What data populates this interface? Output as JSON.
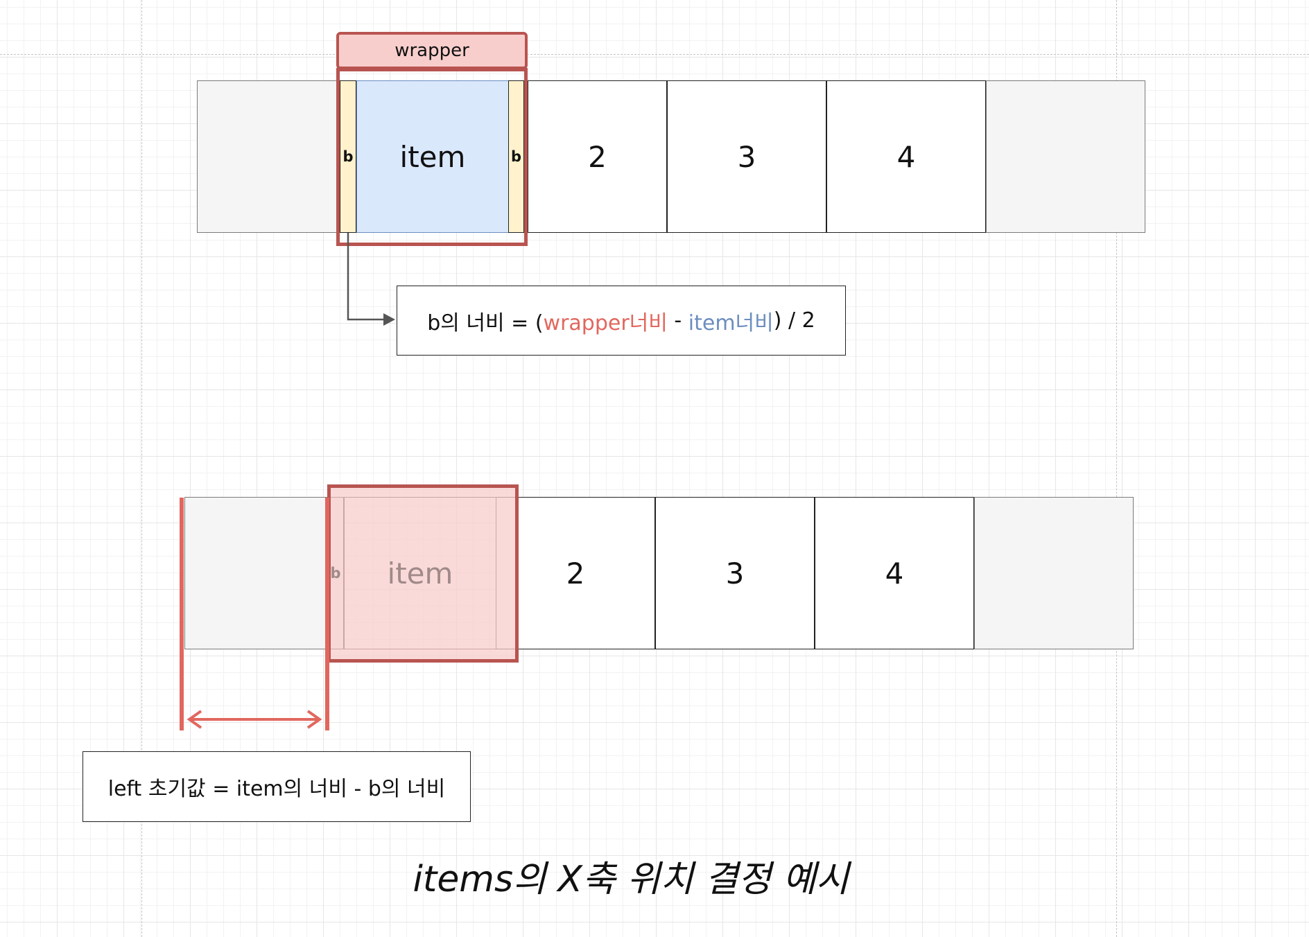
{
  "top_row": {
    "wrapper_label": "wrapper",
    "item_label": "item",
    "b_left": "b",
    "b_right": "b",
    "cells": [
      "2",
      "3",
      "4"
    ]
  },
  "formula_box": {
    "prefix": "b의 너비 = (",
    "wrapper_term": "wrapper너비",
    "minus": " - ",
    "item_term": "item너비",
    "suffix": ") / 2"
  },
  "bottom_row": {
    "item_label": "item",
    "b_left": "b",
    "cells": [
      "2",
      "3",
      "4"
    ]
  },
  "left_box": {
    "text": "left 초기값 = item의 너비 - b의 너비"
  },
  "caption": "items의 X축 위치 결정 예시",
  "colors": {
    "wrapper_stroke": "#b85450",
    "wrapper_fill": "#f8cecc",
    "item_fill": "#dae8fc",
    "b_fill": "#fff2cc",
    "measure_red": "#e1675e",
    "formula_blue": "#6c8ebf"
  }
}
